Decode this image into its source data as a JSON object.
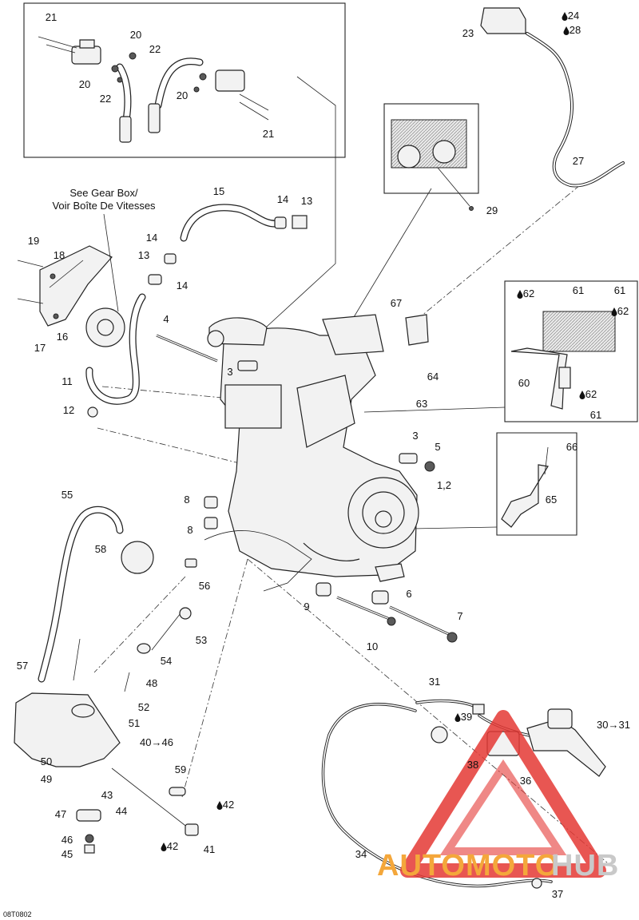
{
  "diagram": {
    "code": "08T0802",
    "note": [
      "See Gear Box/",
      "Voir Boîte De Vitesses"
    ],
    "watermark": {
      "left": "AUTOMOTO",
      "right": "HUB"
    },
    "colors": {
      "ink": "#111111",
      "watermark_orange": "#f4a73b",
      "watermark_red": "#e53935"
    },
    "callouts": [
      {
        "id": "c-21a",
        "text": "21"
      },
      {
        "id": "c-20a",
        "text": "20"
      },
      {
        "id": "c-22a",
        "text": "22"
      },
      {
        "id": "c-20b",
        "text": "20"
      },
      {
        "id": "c-22b",
        "text": "22"
      },
      {
        "id": "c-20c",
        "text": "20"
      },
      {
        "id": "c-21b",
        "text": "21"
      },
      {
        "id": "c-23",
        "text": "23"
      },
      {
        "id": "c-24",
        "text": "24"
      },
      {
        "id": "c-28",
        "text": "28"
      },
      {
        "id": "c-27",
        "text": "27"
      },
      {
        "id": "c-29",
        "text": "29"
      },
      {
        "id": "c-15",
        "text": "15"
      },
      {
        "id": "c-14a",
        "text": "14"
      },
      {
        "id": "c-13a",
        "text": "13"
      },
      {
        "id": "c-14b",
        "text": "14"
      },
      {
        "id": "c-13b",
        "text": "13"
      },
      {
        "id": "c-14c",
        "text": "14"
      },
      {
        "id": "c-19",
        "text": "19"
      },
      {
        "id": "c-18",
        "text": "18"
      },
      {
        "id": "c-17",
        "text": "17"
      },
      {
        "id": "c-16",
        "text": "16"
      },
      {
        "id": "c-4",
        "text": "4"
      },
      {
        "id": "c-3a",
        "text": "3"
      },
      {
        "id": "c-11",
        "text": "11"
      },
      {
        "id": "c-12",
        "text": "12"
      },
      {
        "id": "c-67",
        "text": "67"
      },
      {
        "id": "c-64",
        "text": "64"
      },
      {
        "id": "c-63",
        "text": "63"
      },
      {
        "id": "c-62a",
        "text": "62"
      },
      {
        "id": "c-61a",
        "text": "61"
      },
      {
        "id": "c-61b",
        "text": "61"
      },
      {
        "id": "c-62b",
        "text": "62"
      },
      {
        "id": "c-60",
        "text": "60"
      },
      {
        "id": "c-62c",
        "text": "62"
      },
      {
        "id": "c-61c",
        "text": "61"
      },
      {
        "id": "c-3b",
        "text": "3"
      },
      {
        "id": "c-5",
        "text": "5"
      },
      {
        "id": "c-12b",
        "text": "1,2"
      },
      {
        "id": "c-66",
        "text": "66"
      },
      {
        "id": "c-65",
        "text": "65"
      },
      {
        "id": "c-8a",
        "text": "8"
      },
      {
        "id": "c-8b",
        "text": "8"
      },
      {
        "id": "c-55",
        "text": "55"
      },
      {
        "id": "c-58",
        "text": "58"
      },
      {
        "id": "c-56",
        "text": "56"
      },
      {
        "id": "c-9",
        "text": "9"
      },
      {
        "id": "c-6",
        "text": "6"
      },
      {
        "id": "c-7",
        "text": "7"
      },
      {
        "id": "c-10",
        "text": "10"
      },
      {
        "id": "c-53",
        "text": "53"
      },
      {
        "id": "c-54",
        "text": "54"
      },
      {
        "id": "c-57",
        "text": "57"
      },
      {
        "id": "c-48",
        "text": "48"
      },
      {
        "id": "c-52",
        "text": "52"
      },
      {
        "id": "c-51",
        "text": "51"
      },
      {
        "id": "c-40",
        "text": "40→46"
      },
      {
        "id": "c-50",
        "text": "50"
      },
      {
        "id": "c-49",
        "text": "49"
      },
      {
        "id": "c-43",
        "text": "43"
      },
      {
        "id": "c-44",
        "text": "44"
      },
      {
        "id": "c-59",
        "text": "59"
      },
      {
        "id": "c-42a",
        "text": "42"
      },
      {
        "id": "c-42b",
        "text": "42"
      },
      {
        "id": "c-41",
        "text": "41"
      },
      {
        "id": "c-47",
        "text": "47"
      },
      {
        "id": "c-46",
        "text": "46"
      },
      {
        "id": "c-45",
        "text": "45"
      },
      {
        "id": "c-31",
        "text": "31"
      },
      {
        "id": "c-39",
        "text": "39"
      },
      {
        "id": "c-30",
        "text": "30→31"
      },
      {
        "id": "c-38",
        "text": "38"
      },
      {
        "id": "c-36",
        "text": "36"
      },
      {
        "id": "c-34",
        "text": "34"
      },
      {
        "id": "c-37",
        "text": "37"
      }
    ]
  }
}
